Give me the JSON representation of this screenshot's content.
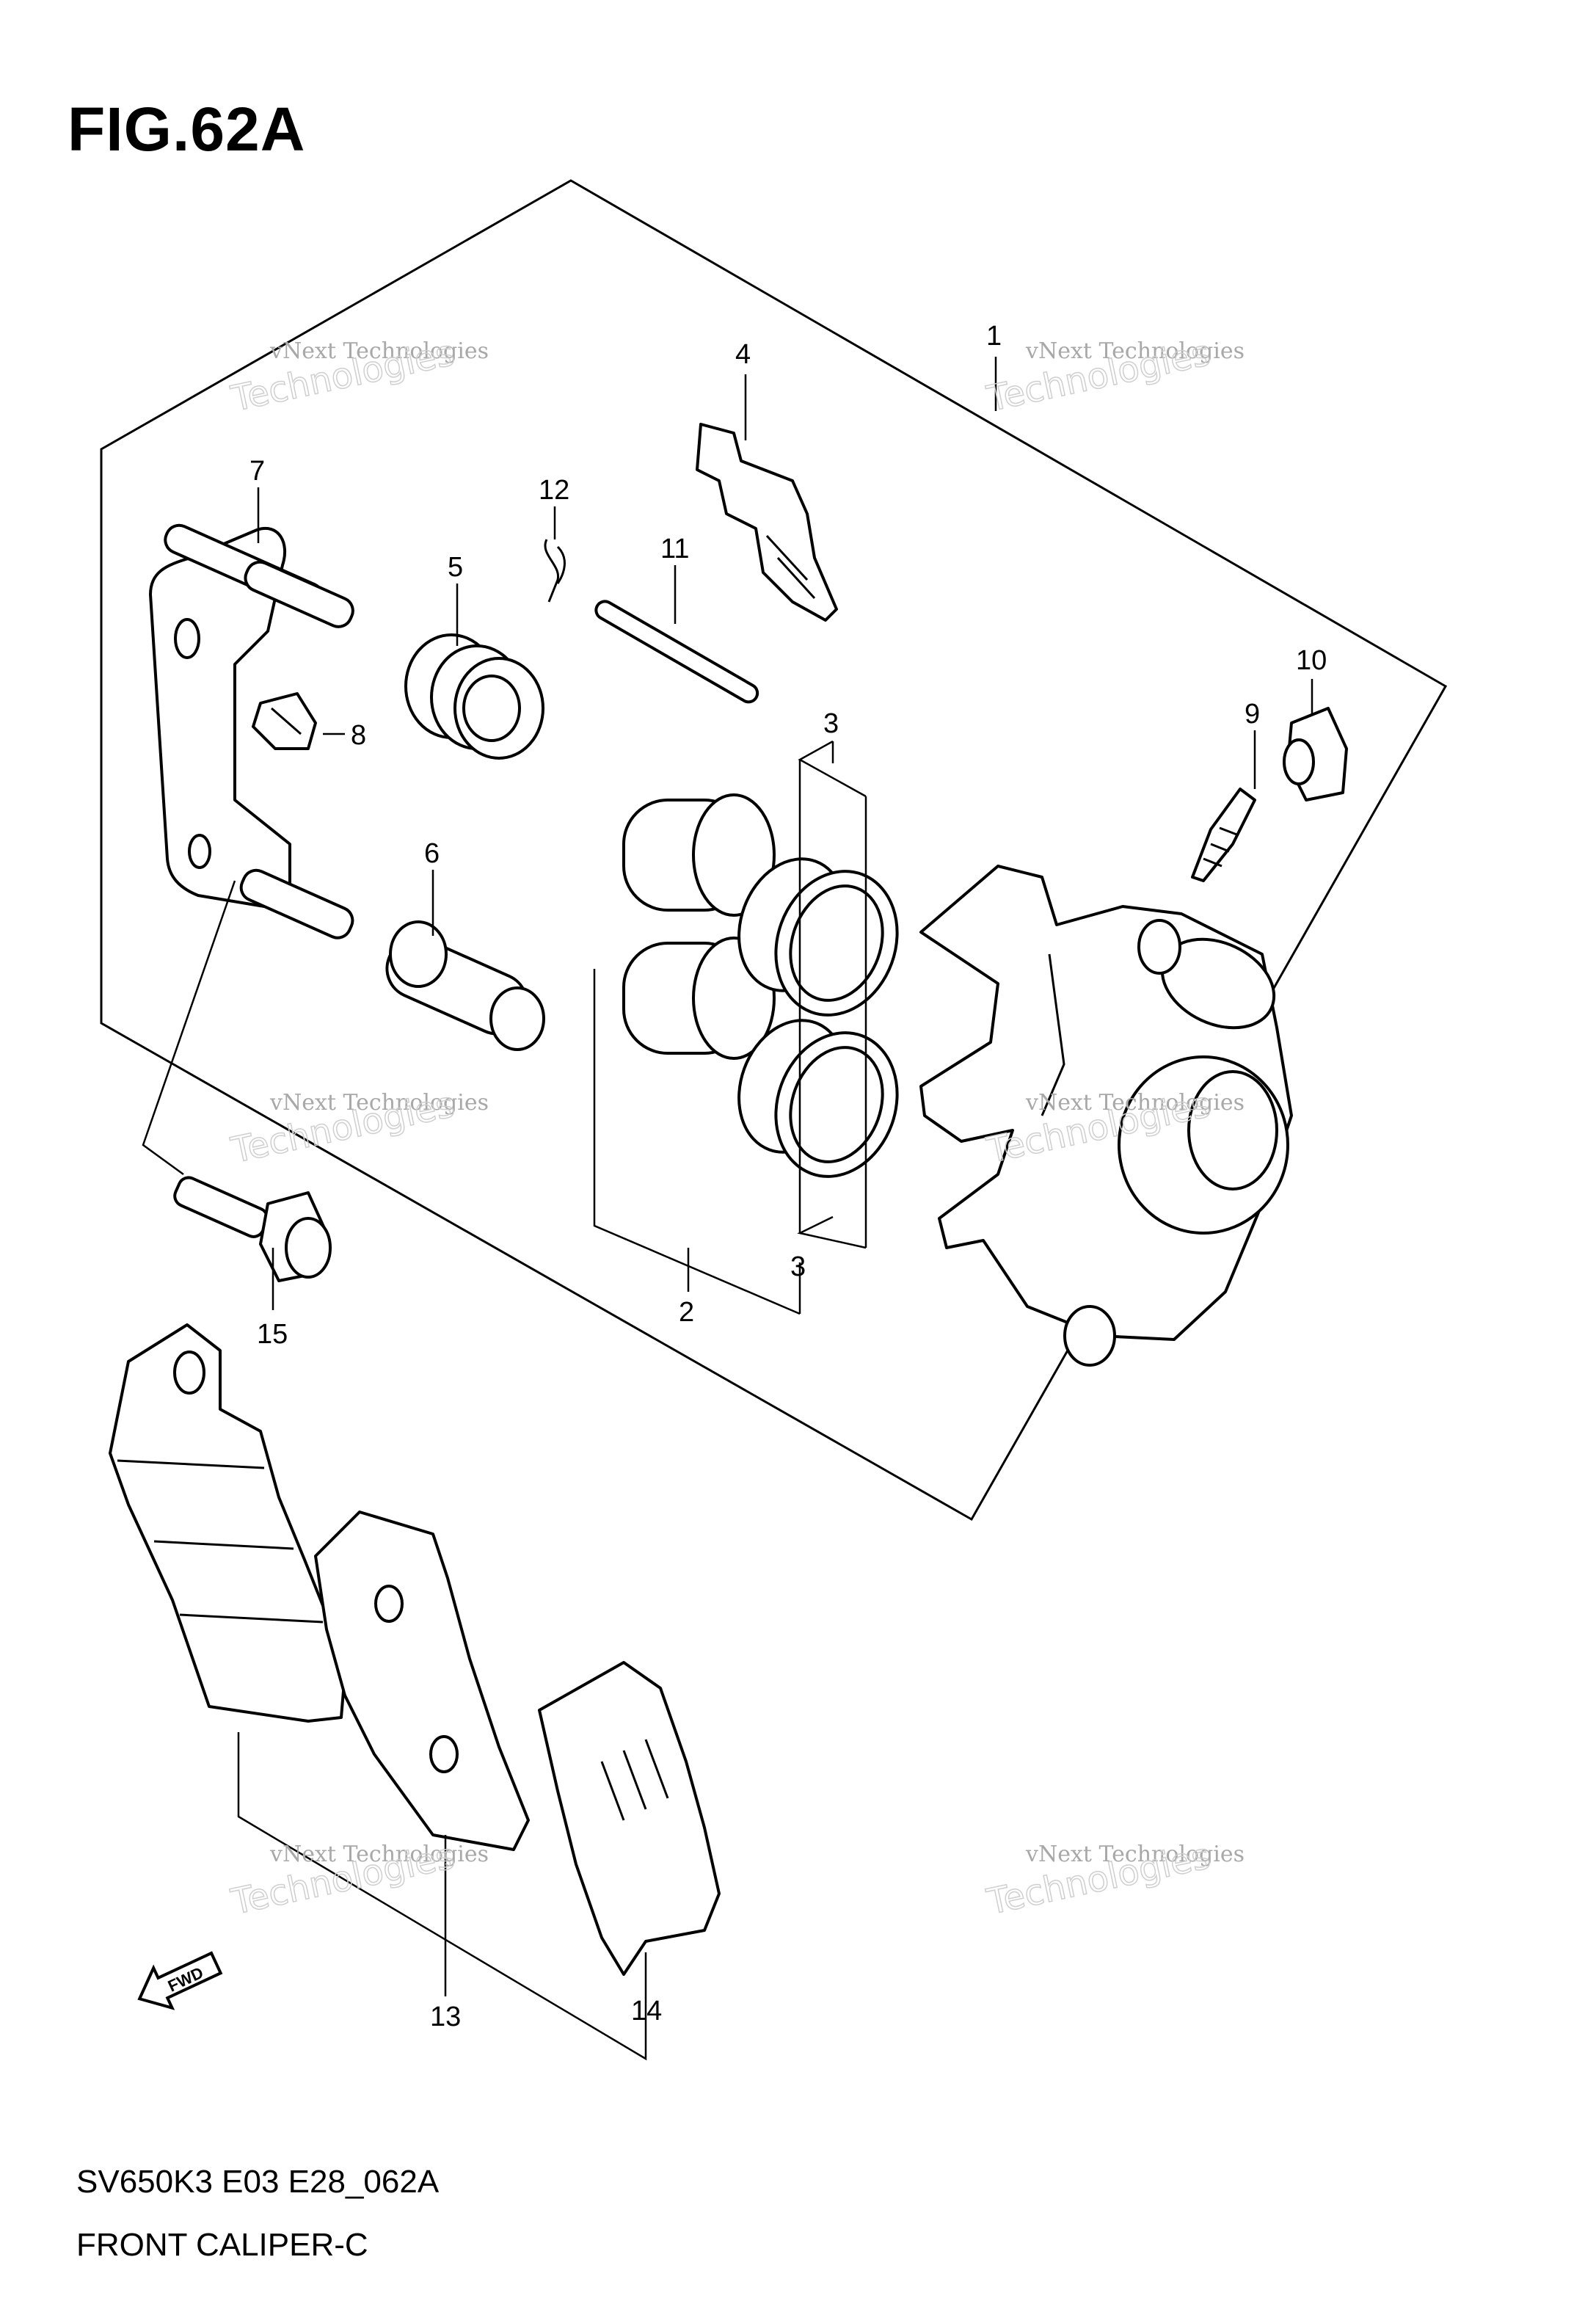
{
  "figure_label": "FIG.62A",
  "footer": {
    "code": "SV650K3 E03 E28_062A",
    "name": "FRONT CALIPER-C"
  },
  "direction_marker": "FWD",
  "callouts": [
    "1",
    "2",
    "3",
    "3",
    "4",
    "5",
    "6",
    "7",
    "8",
    "9",
    "10",
    "11",
    "12",
    "13",
    "14",
    "15"
  ],
  "watermark": {
    "line1": "vNext Technologies",
    "line2": "Technologies"
  }
}
